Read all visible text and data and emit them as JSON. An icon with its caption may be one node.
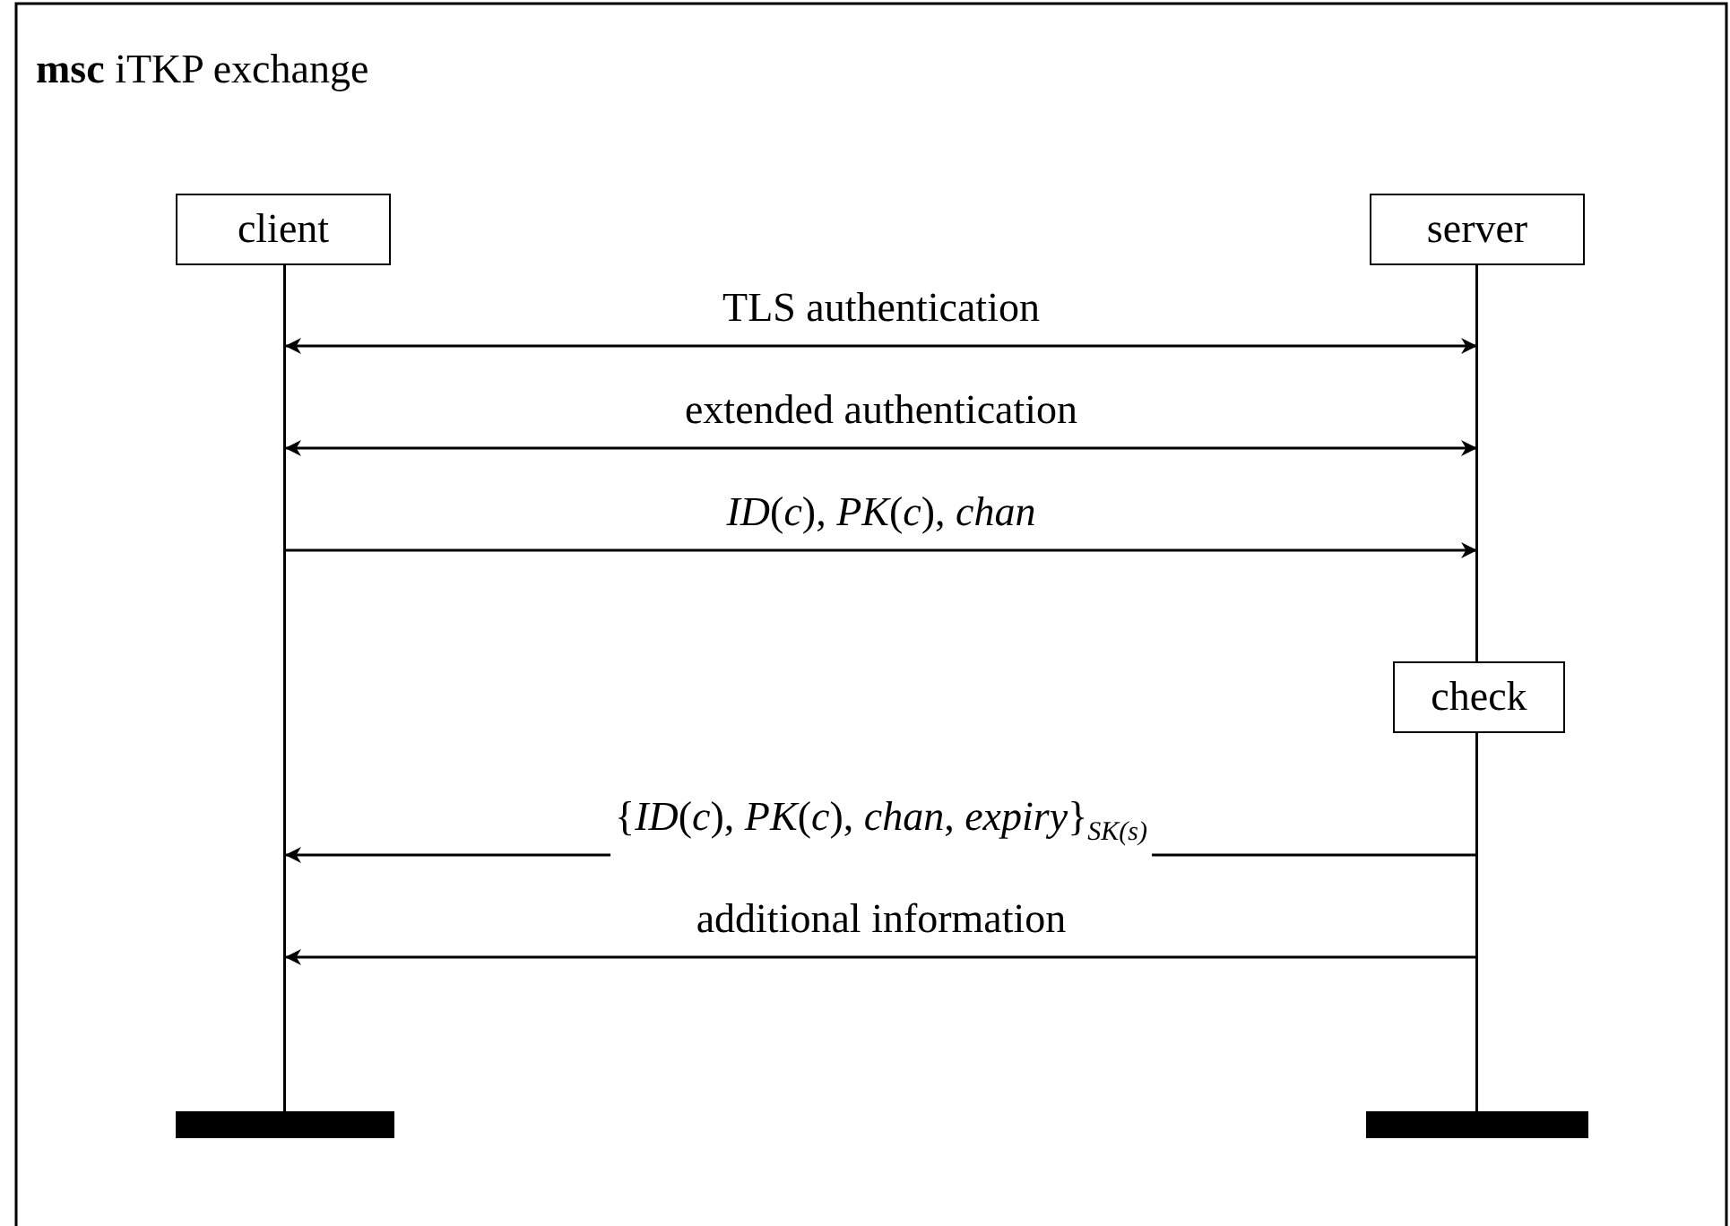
{
  "diagram": {
    "title": "**msc** iTKP exchange",
    "nodes": [
      {
        "text": [
          "client"
        ]
      },
      {
        "text": [
          "server"
        ]
      },
      {
        "text": [
          "check"
        ]
      },
      {
        "text": [],
        "shape": "bar"
      },
      {
        "text": [],
        "shape": "bar"
      },
      {
        "text": [],
        "shape": "line"
      },
      {
        "text": [],
        "shape": "line"
      },
      {
        "text": [],
        "shape": "line"
      }
    ],
    "edges": [
      {
        "from": 5,
        "to": 6,
        "arrow": "both",
        "label": "TLS authentication"
      },
      {
        "from": 5,
        "to": 6,
        "arrow": "both",
        "label": "extended authentication"
      },
      {
        "from": 5,
        "to": 6,
        "arrow": "to",
        "label": "*ID*(*c*), *PK*(*c*), *chan*"
      },
      {
        "from": 7,
        "to": 5,
        "arrow": "to",
        "label": "{*ID*(*c*), *PK*(*c*), *chan*, *expiry*}$_{SK(s)}$"
      },
      {
        "from": 7,
        "to": 5,
        "arrow": "to",
        "label": "additional information"
      }
    ]
  }
}
